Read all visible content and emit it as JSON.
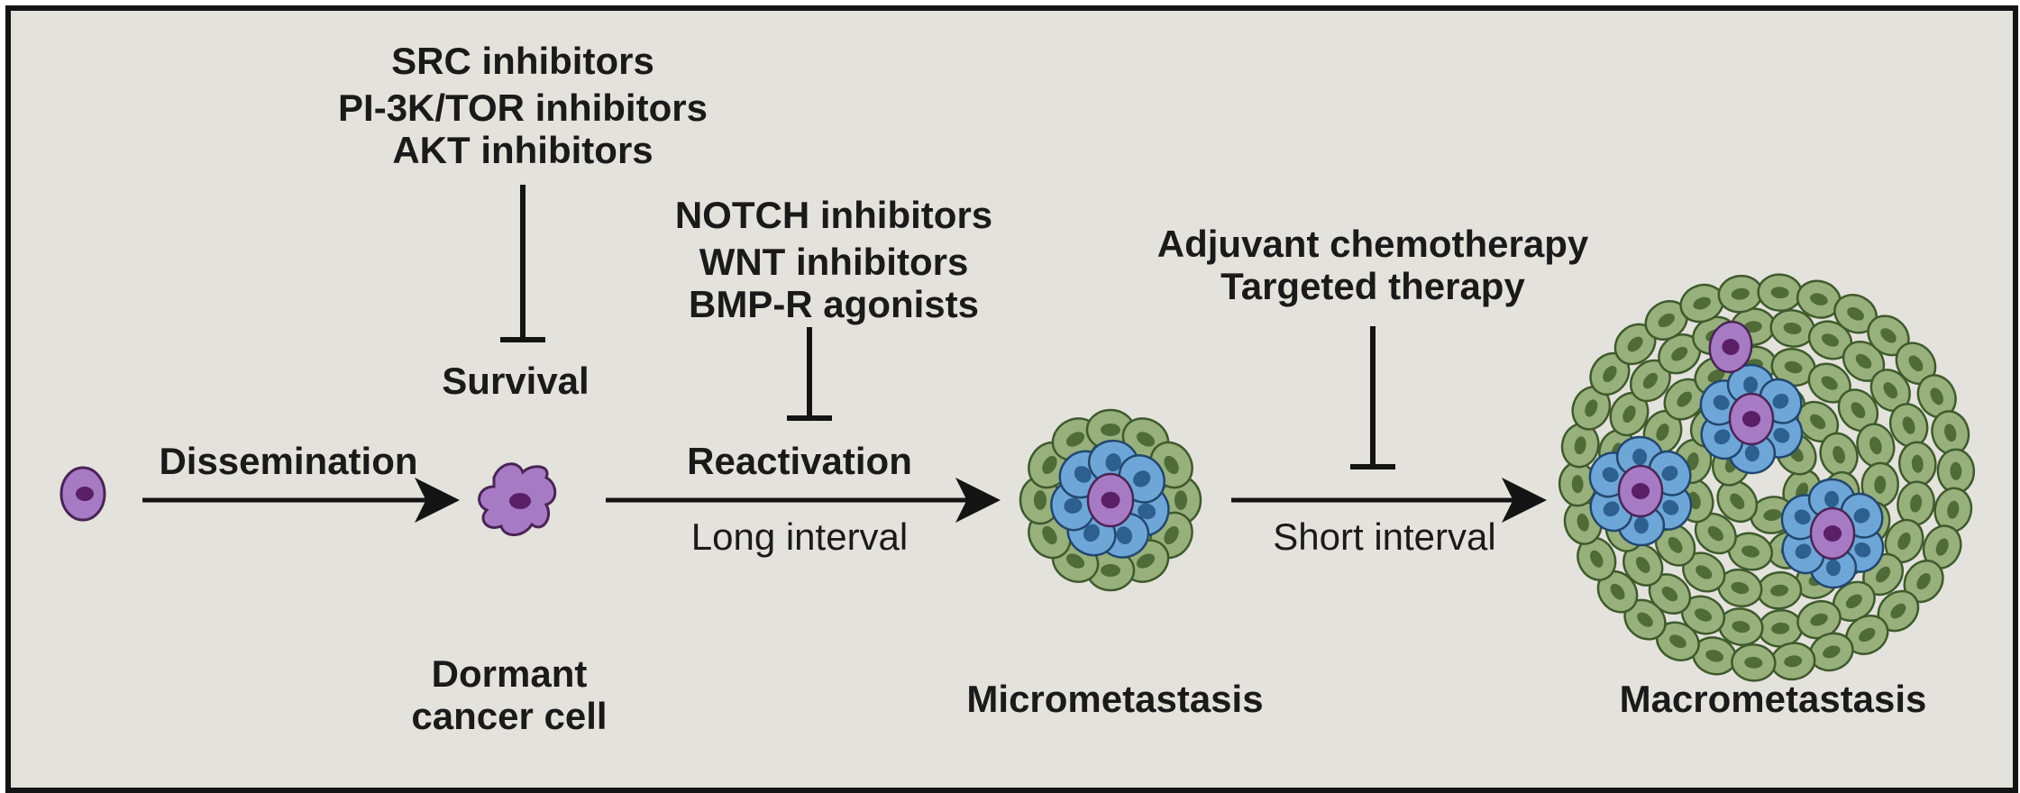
{
  "inhibitors_survival": [
    "SRC inhibitors",
    "PI-3K/TOR inhibitors",
    "AKT inhibitors"
  ],
  "inhibitors_reactivation": [
    "NOTCH inhibitors",
    "WNT inhibitors",
    "BMP-R agonists"
  ],
  "therapy": [
    "Adjuvant chemotherapy",
    "Targeted therapy"
  ],
  "steps": {
    "survival": "Survival",
    "dissemination": "Dissemination",
    "reactivation": "Reactivation",
    "long_interval": "Long interval",
    "short_interval": "Short interval"
  },
  "stages": {
    "dormant": [
      "Dormant",
      "cancer cell"
    ],
    "micro": "Micrometastasis",
    "macro": "Macrometastasis"
  },
  "colors": {
    "background": "#e3e2dc",
    "cancer_cell": "#a77bc4",
    "cancer_nucleus": "#5a1f66",
    "blue_cell": "#6ea6d8",
    "blue_nucleus": "#2d5f8f",
    "stroma_cell": "#98b07c",
    "stroma_nucleus": "#4f6b38"
  }
}
